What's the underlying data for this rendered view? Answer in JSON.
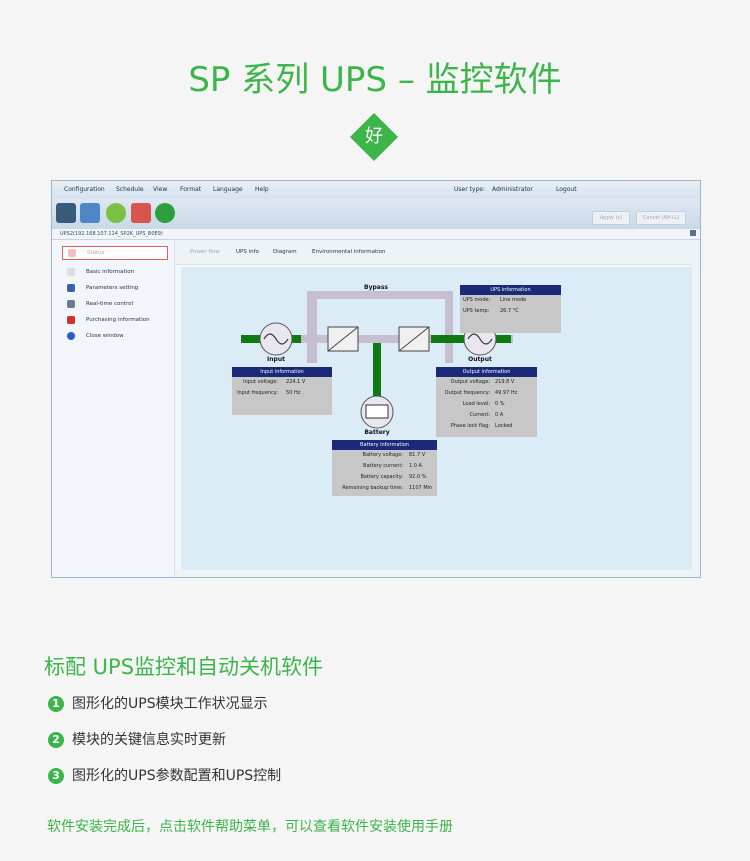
{
  "title": "SP 系列 UPS – 监控软件",
  "badge": "好",
  "app": {
    "menu": [
      "Configuration",
      "Schedule",
      "View",
      "Format",
      "Language",
      "Help"
    ],
    "user_type_label": "User type:",
    "user_type_value": "Administrator",
    "logout_label": "Logout",
    "toolbar_buttons": [
      "Apply (s)",
      "Cancel (Alt+L)"
    ],
    "path": "UPS2(192.168.107.114_SP2K_UPS_B0E9)",
    "nav": [
      {
        "label": "Status",
        "icon": "status-icon",
        "color": "#e04040"
      },
      {
        "label": "Basic information",
        "icon": "info-icon",
        "color": "#9aa6b2"
      },
      {
        "label": "Parameters setting",
        "icon": "settings-icon",
        "color": "#3a62b0"
      },
      {
        "label": "Real-time control",
        "icon": "control-icon",
        "color": "#6b7a8c"
      },
      {
        "label": "Purchasing information",
        "icon": "purchase-icon",
        "color": "#d03030"
      },
      {
        "label": "Close window",
        "icon": "close-icon",
        "color": "#2a5bd0"
      }
    ],
    "tabs": [
      "Power flow",
      "UPS info",
      "Diagram",
      "Environmental information"
    ],
    "diagram": {
      "bypass_label": "Bypass",
      "input_label": "Input",
      "output_label": "Output",
      "battery_label": "Battery",
      "ups_info": {
        "title": "UPS information",
        "rows": [
          {
            "k": "UPS mode:",
            "v": "Line mode"
          },
          {
            "k": "UPS temp:",
            "v": "26.7 °C"
          }
        ]
      },
      "input_info": {
        "title": "Input information",
        "rows": [
          {
            "k": "Input voltage:",
            "v": "224.1 V"
          },
          {
            "k": "Input frequency:",
            "v": "50 Hz"
          }
        ]
      },
      "output_info": {
        "title": "Output information",
        "rows": [
          {
            "k": "Output voltage:",
            "v": "219.8 V"
          },
          {
            "k": "Output frequency:",
            "v": "49.97 Hz"
          },
          {
            "k": "Load level:",
            "v": "0 %"
          },
          {
            "k": "Current:",
            "v": "0 A"
          },
          {
            "k": "Phase lock flag:",
            "v": "Locked"
          }
        ]
      },
      "battery_info": {
        "title": "Battery information",
        "rows": [
          {
            "k": "Battery voltage:",
            "v": "81.7 V"
          },
          {
            "k": "Battery current:",
            "v": "1.0 A"
          },
          {
            "k": "Battery capacity:",
            "v": "92.0 %"
          },
          {
            "k": "Remaining backup time:",
            "v": "1107 Min"
          }
        ]
      }
    }
  },
  "subtitle": "标配 UPS监控和自动关机软件",
  "features": [
    {
      "num": "1",
      "text": "图形化的UPS模块工作状况显示"
    },
    {
      "num": "2",
      "text": "模块的关键信息实时更新"
    },
    {
      "num": "3",
      "text": "图形化的UPS参数配置和UPS控制"
    }
  ],
  "footer": "软件安装完成后，点击软件帮助菜单，可以查看软件安装使用手册",
  "colors": {
    "accent": "#3cb54a",
    "info_header": "#1a2a78",
    "flow_active": "#0f7a12",
    "flow_idle": "#c6bfd0"
  }
}
